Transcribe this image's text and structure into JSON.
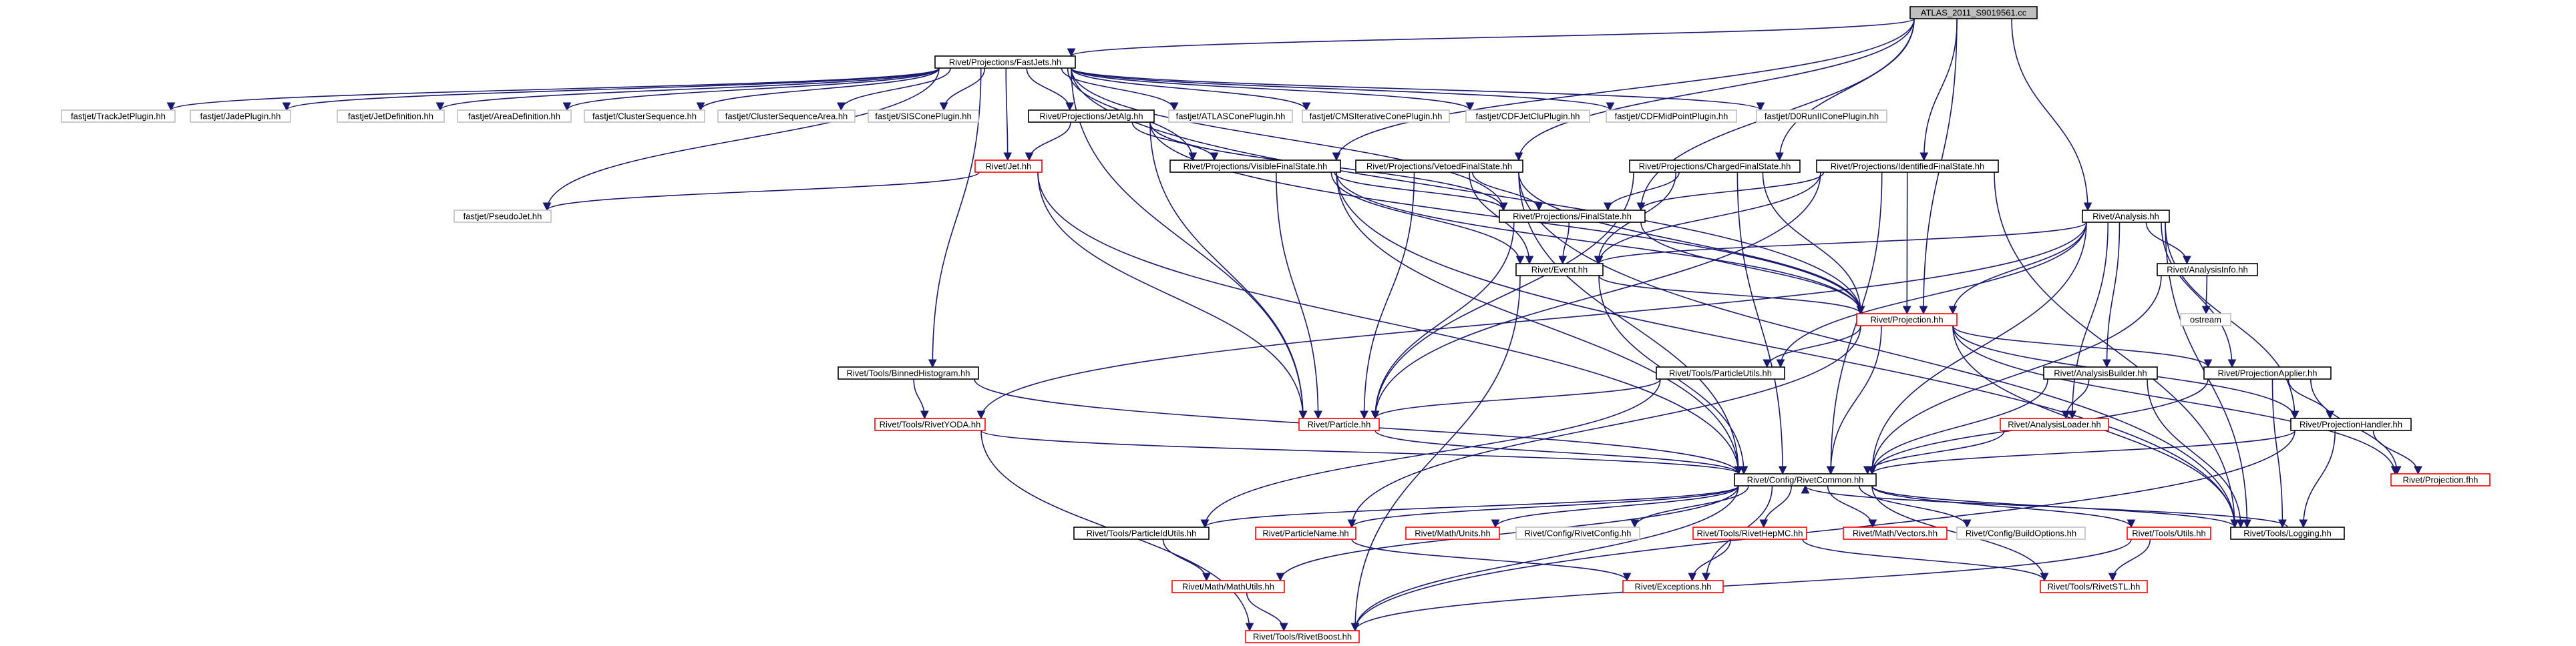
{
  "graph_title": "ATLAS_2011_S9019561.cc include dependency graph",
  "colors": {
    "edge": "#191970",
    "focus_fill": "#bfbfbf",
    "documented_border": "#000000",
    "undocumented_border": "#bfbfbf",
    "truncated_border": "#ff0000"
  },
  "nodes": [
    {
      "id": "root",
      "label": "ATLAS_2011_S9019561.cc",
      "kind": "focus"
    },
    {
      "id": "fastjets",
      "label": "Rivet/Projections/FastJets.hh",
      "kind": "doc"
    },
    {
      "id": "trackjet",
      "label": "fastjet/TrackJetPlugin.hh",
      "kind": "nodoc"
    },
    {
      "id": "jadeplugin",
      "label": "fastjet/JadePlugin.hh",
      "kind": "nodoc"
    },
    {
      "id": "jetdef",
      "label": "fastjet/JetDefinition.hh",
      "kind": "nodoc"
    },
    {
      "id": "areadef",
      "label": "fastjet/AreaDefinition.hh",
      "kind": "nodoc"
    },
    {
      "id": "clusterseq",
      "label": "fastjet/ClusterSequence.hh",
      "kind": "nodoc"
    },
    {
      "id": "clusterseqarea",
      "label": "fastjet/ClusterSequenceArea.hh",
      "kind": "nodoc"
    },
    {
      "id": "siscone",
      "label": "fastjet/SISConePlugin.hh",
      "kind": "nodoc"
    },
    {
      "id": "jetalg",
      "label": "Rivet/Projections/JetAlg.hh",
      "kind": "doc"
    },
    {
      "id": "atlascone",
      "label": "fastjet/ATLASConePlugin.hh",
      "kind": "nodoc"
    },
    {
      "id": "cmsiter",
      "label": "fastjet/CMSIterativeConePlugin.hh",
      "kind": "nodoc"
    },
    {
      "id": "cdfjetclu",
      "label": "fastjet/CDFJetCluPlugin.hh",
      "kind": "nodoc"
    },
    {
      "id": "cdfmidpoint",
      "label": "fastjet/CDFMidPointPlugin.hh",
      "kind": "nodoc"
    },
    {
      "id": "d0run",
      "label": "fastjet/D0RunIIConePlugin.hh",
      "kind": "nodoc"
    },
    {
      "id": "jethh",
      "label": "Rivet/Jet.hh",
      "kind": "trunc"
    },
    {
      "id": "pseudojet",
      "label": "fastjet/PseudoJet.hh",
      "kind": "nodoc"
    },
    {
      "id": "visiblefs",
      "label": "Rivet/Projections/VisibleFinalState.hh",
      "kind": "doc"
    },
    {
      "id": "vetoedfs",
      "label": "Rivet/Projections/VetoedFinalState.hh",
      "kind": "doc"
    },
    {
      "id": "chargedfs",
      "label": "Rivet/Projections/ChargedFinalState.hh",
      "kind": "doc"
    },
    {
      "id": "identifiedfs",
      "label": "Rivet/Projections/IdentifiedFinalState.hh",
      "kind": "doc"
    },
    {
      "id": "finalstate",
      "label": "Rivet/Projections/FinalState.hh",
      "kind": "doc"
    },
    {
      "id": "analysis",
      "label": "Rivet/Analysis.hh",
      "kind": "doc"
    },
    {
      "id": "event",
      "label": "Rivet/Event.hh",
      "kind": "doc"
    },
    {
      "id": "analysisinfo",
      "label": "Rivet/AnalysisInfo.hh",
      "kind": "doc"
    },
    {
      "id": "ostream",
      "label": "ostream",
      "kind": "nodoc"
    },
    {
      "id": "projection",
      "label": "Rivet/Projection.hh",
      "kind": "trunc"
    },
    {
      "id": "binnedhist",
      "label": "Rivet/Tools/BinnedHistogram.hh",
      "kind": "doc"
    },
    {
      "id": "particleutils",
      "label": "Rivet/Tools/ParticleUtils.hh",
      "kind": "doc"
    },
    {
      "id": "analysisbuilder",
      "label": "Rivet/AnalysisBuilder.hh",
      "kind": "doc"
    },
    {
      "id": "projapplier",
      "label": "Rivet/ProjectionApplier.hh",
      "kind": "doc"
    },
    {
      "id": "rivetyoda",
      "label": "Rivet/Tools/RivetYODA.hh",
      "kind": "trunc"
    },
    {
      "id": "particle",
      "label": "Rivet/Particle.hh",
      "kind": "trunc"
    },
    {
      "id": "analysisloader",
      "label": "Rivet/AnalysisLoader.hh",
      "kind": "trunc"
    },
    {
      "id": "projhandler",
      "label": "Rivet/ProjectionHandler.hh",
      "kind": "doc"
    },
    {
      "id": "rivetcommon",
      "label": "Rivet/Config/RivetCommon.hh",
      "kind": "doc"
    },
    {
      "id": "projectionfhh",
      "label": "Rivet/Projection.fhh",
      "kind": "trunc"
    },
    {
      "id": "particleidutils",
      "label": "Rivet/Tools/ParticleIdUtils.hh",
      "kind": "doc"
    },
    {
      "id": "particlename",
      "label": "Rivet/ParticleName.hh",
      "kind": "trunc"
    },
    {
      "id": "mathunits",
      "label": "Rivet/Math/Units.hh",
      "kind": "trunc"
    },
    {
      "id": "rivetconfig",
      "label": "Rivet/Config/RivetConfig.hh",
      "kind": "nodoc"
    },
    {
      "id": "rivethepmc",
      "label": "Rivet/Tools/RivetHepMC.hh",
      "kind": "trunc"
    },
    {
      "id": "mathvectors",
      "label": "Rivet/Math/Vectors.hh",
      "kind": "trunc"
    },
    {
      "id": "buildoptions",
      "label": "Rivet/Config/BuildOptions.hh",
      "kind": "nodoc"
    },
    {
      "id": "toolsutils",
      "label": "Rivet/Tools/Utils.hh",
      "kind": "trunc"
    },
    {
      "id": "logging",
      "label": "Rivet/Tools/Logging.hh",
      "kind": "doc"
    },
    {
      "id": "mathutils",
      "label": "Rivet/Math/MathUtils.hh",
      "kind": "trunc"
    },
    {
      "id": "exceptions",
      "label": "Rivet/Exceptions.hh",
      "kind": "trunc"
    },
    {
      "id": "rivetstl",
      "label": "Rivet/Tools/RivetSTL.hh",
      "kind": "trunc"
    },
    {
      "id": "rivetboost",
      "label": "Rivet/Tools/RivetBoost.hh",
      "kind": "trunc"
    }
  ],
  "edges": [
    [
      "root",
      "fastjets"
    ],
    [
      "root",
      "visiblefs"
    ],
    [
      "root",
      "vetoedfs"
    ],
    [
      "root",
      "chargedfs"
    ],
    [
      "root",
      "identifiedfs"
    ],
    [
      "root",
      "analysis"
    ],
    [
      "root",
      "finalstate"
    ],
    [
      "root",
      "projection"
    ],
    [
      "fastjets",
      "trackjet"
    ],
    [
      "fastjets",
      "jadeplugin"
    ],
    [
      "fastjets",
      "jetdef"
    ],
    [
      "fastjets",
      "areadef"
    ],
    [
      "fastjets",
      "clusterseq"
    ],
    [
      "fastjets",
      "clusterseqarea"
    ],
    [
      "fastjets",
      "siscone"
    ],
    [
      "fastjets",
      "jetalg"
    ],
    [
      "fastjets",
      "atlascone"
    ],
    [
      "fastjets",
      "cmsiter"
    ],
    [
      "fastjets",
      "cdfjetclu"
    ],
    [
      "fastjets",
      "cdfmidpoint"
    ],
    [
      "fastjets",
      "d0run"
    ],
    [
      "fastjets",
      "jethh"
    ],
    [
      "fastjets",
      "pseudojet"
    ],
    [
      "fastjets",
      "binnedhist"
    ],
    [
      "fastjets",
      "particle"
    ],
    [
      "fastjets",
      "finalstate"
    ],
    [
      "fastjets",
      "projection"
    ],
    [
      "fastjets",
      "visiblefs"
    ],
    [
      "jetalg",
      "jethh"
    ],
    [
      "jetalg",
      "visiblefs"
    ],
    [
      "jetalg",
      "particle"
    ],
    [
      "jetalg",
      "projection"
    ],
    [
      "jetalg",
      "finalstate"
    ],
    [
      "jethh",
      "pseudojet"
    ],
    [
      "jethh",
      "particle"
    ],
    [
      "jethh",
      "rivetcommon"
    ],
    [
      "visiblefs",
      "finalstate"
    ],
    [
      "visiblefs",
      "particle"
    ],
    [
      "visiblefs",
      "projection"
    ],
    [
      "visiblefs",
      "event"
    ],
    [
      "visiblefs",
      "rivetcommon"
    ],
    [
      "visiblefs",
      "logging"
    ],
    [
      "vetoedfs",
      "finalstate"
    ],
    [
      "vetoedfs",
      "event"
    ],
    [
      "vetoedfs",
      "particle"
    ],
    [
      "vetoedfs",
      "projection"
    ],
    [
      "vetoedfs",
      "rivetcommon"
    ],
    [
      "vetoedfs",
      "logging"
    ],
    [
      "chargedfs",
      "finalstate"
    ],
    [
      "chargedfs",
      "event"
    ],
    [
      "chargedfs",
      "particle"
    ],
    [
      "chargedfs",
      "projection"
    ],
    [
      "chargedfs",
      "rivetcommon"
    ],
    [
      "identifiedfs",
      "finalstate"
    ],
    [
      "identifiedfs",
      "event"
    ],
    [
      "identifiedfs",
      "particle"
    ],
    [
      "identifiedfs",
      "projection"
    ],
    [
      "identifiedfs",
      "rivetcommon"
    ],
    [
      "identifiedfs",
      "logging"
    ],
    [
      "finalstate",
      "event"
    ],
    [
      "finalstate",
      "projection"
    ],
    [
      "finalstate",
      "particle"
    ],
    [
      "analysis",
      "analysisinfo"
    ],
    [
      "analysis",
      "event"
    ],
    [
      "analysis",
      "projection"
    ],
    [
      "analysis",
      "projapplier"
    ],
    [
      "analysis",
      "projhandler"
    ],
    [
      "analysis",
      "analysisbuilder"
    ],
    [
      "analysis",
      "analysisloader"
    ],
    [
      "analysis",
      "rivetcommon"
    ],
    [
      "analysis",
      "logging"
    ],
    [
      "analysis",
      "rivetyoda"
    ],
    [
      "analysis",
      "particleutils"
    ],
    [
      "event",
      "projection"
    ],
    [
      "event",
      "rivetcommon"
    ],
    [
      "event",
      "rivetboost"
    ],
    [
      "analysisinfo",
      "ostream"
    ],
    [
      "analysisinfo",
      "rivetcommon"
    ],
    [
      "projection",
      "projapplier"
    ],
    [
      "projection",
      "projhandler"
    ],
    [
      "projection",
      "projectionfhh"
    ],
    [
      "projection",
      "rivetcommon"
    ],
    [
      "projection",
      "logging"
    ],
    [
      "projection",
      "particleutils"
    ],
    [
      "projection",
      "particlename"
    ],
    [
      "binnedhist",
      "rivetyoda"
    ],
    [
      "binnedhist",
      "rivetcommon"
    ],
    [
      "particleutils",
      "particle"
    ],
    [
      "particleutils",
      "particleidutils"
    ],
    [
      "analysisbuilder",
      "analysisloader"
    ],
    [
      "analysisbuilder",
      "rivetcommon"
    ],
    [
      "analysisbuilder",
      "logging"
    ],
    [
      "projapplier",
      "projhandler"
    ],
    [
      "projapplier",
      "rivetcommon"
    ],
    [
      "projapplier",
      "logging"
    ],
    [
      "projapplier",
      "projectionfhh"
    ],
    [
      "rivetyoda",
      "rivetcommon"
    ],
    [
      "rivetyoda",
      "rivetboost"
    ],
    [
      "particle",
      "rivetcommon"
    ],
    [
      "analysisloader",
      "rivetcommon"
    ],
    [
      "projhandler",
      "rivetcommon"
    ],
    [
      "projhandler",
      "projectionfhh"
    ],
    [
      "projhandler",
      "logging"
    ],
    [
      "projhandler",
      "rivetboost"
    ],
    [
      "rivetcommon",
      "particleidutils"
    ],
    [
      "rivetcommon",
      "particlename"
    ],
    [
      "rivetcommon",
      "mathunits"
    ],
    [
      "rivetcommon",
      "rivetconfig"
    ],
    [
      "rivetcommon",
      "rivethepmc"
    ],
    [
      "rivetcommon",
      "mathvectors"
    ],
    [
      "rivetcommon",
      "buildoptions"
    ],
    [
      "rivetcommon",
      "toolsutils"
    ],
    [
      "rivetcommon",
      "logging"
    ],
    [
      "rivetcommon",
      "mathutils"
    ],
    [
      "rivetcommon",
      "exceptions"
    ],
    [
      "rivetcommon",
      "rivetstl"
    ],
    [
      "rivetcommon",
      "rivetboost"
    ],
    [
      "particleidutils",
      "mathutils"
    ],
    [
      "particlename",
      "exceptions"
    ],
    [
      "rivethepmc",
      "exceptions"
    ],
    [
      "rivethepmc",
      "rivetstl"
    ],
    [
      "toolsutils",
      "rivetstl"
    ],
    [
      "toolsutils",
      "rivetboost"
    ],
    [
      "logging",
      "rivetcommon"
    ],
    [
      "mathutils",
      "rivetboost"
    ]
  ]
}
